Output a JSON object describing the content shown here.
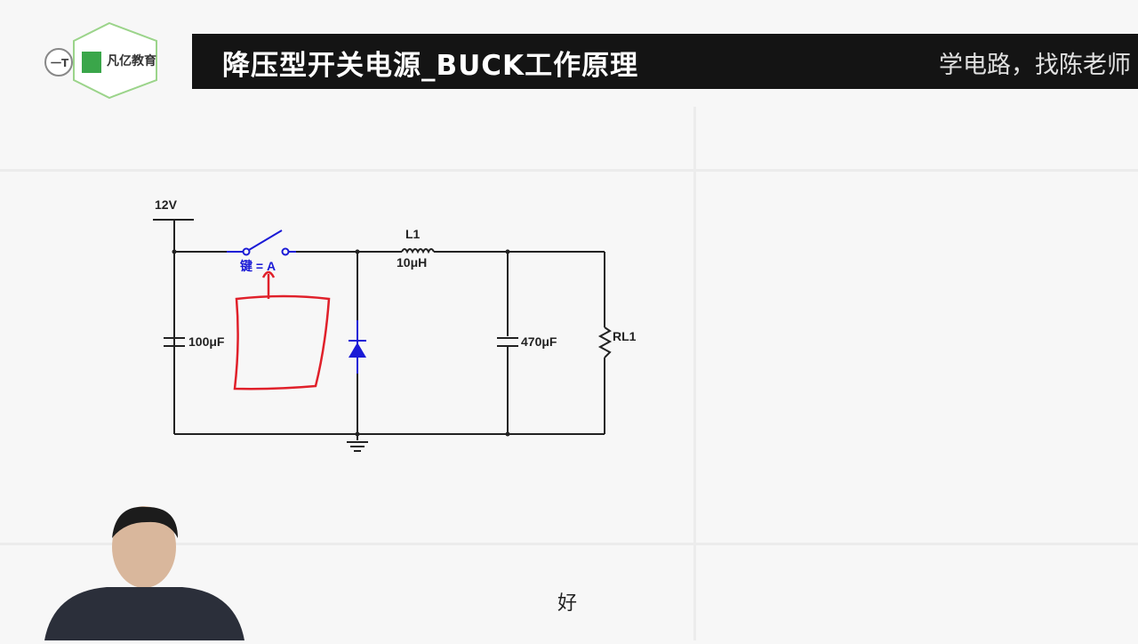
{
  "header": {
    "brand": "凡亿教育",
    "title": "降压型开关电源_BUCK工作原理",
    "slogan": "学电路，找陈老师"
  },
  "circuit": {
    "supply_label": "12V",
    "switch_label": "键 = A",
    "inductor_name": "L1",
    "inductor_value": "10μH",
    "input_cap_value": "100μF",
    "output_cap_value": "470μF",
    "load_name": "RL1",
    "annotation_color": "#e0202a",
    "component_color": "#1a1ad6"
  },
  "subtitle": "好"
}
